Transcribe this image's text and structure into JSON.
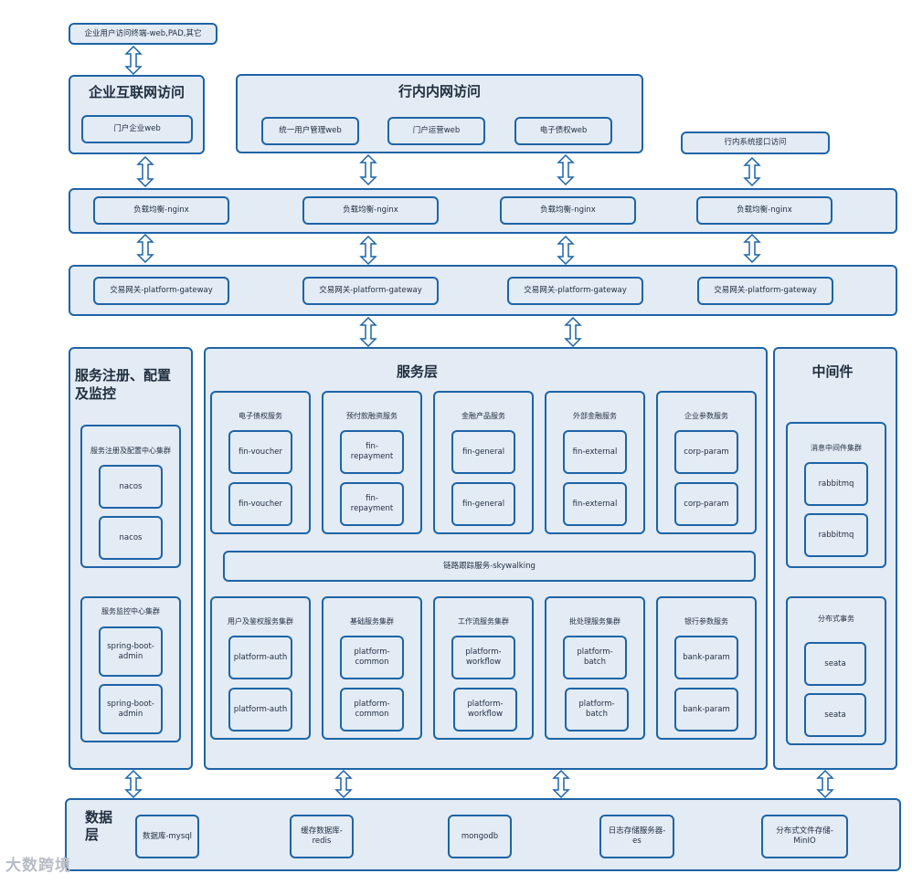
{
  "access": {
    "enterprise_terminal": "企业用户访问终端-web,PAD,其它",
    "internet_title": "企业互联网访问",
    "portal_web": "门户企业web",
    "intranet_title": "行内内网访问",
    "unified_user_web": "统一用户管理web",
    "portal_ops_web": "门户运营web",
    "e_voucher_web": "电子债权web",
    "system_interface": "行内系统接口访问"
  },
  "nginx": [
    "负载均衡-nginx",
    "负载均衡-nginx",
    "负载均衡-nginx",
    "负载均衡-nginx"
  ],
  "gateway": [
    "交易网关-platform-gateway",
    "交易网关-platform-gateway",
    "交易网关-platform-gateway",
    "交易网关-platform-gateway"
  ],
  "registry": {
    "title": "服务注册、配置及监控",
    "config_cluster": "服务注册及配置中心集群",
    "nacos1": "nacos",
    "nacos2": "nacos",
    "monitor_cluster": "服务监控中心集群",
    "admin1": "spring-boot-admin",
    "admin2": "spring-boot-admin"
  },
  "service": {
    "title": "服务层",
    "groups_top": [
      {
        "title": "电子债权服务",
        "a": "fin-voucher",
        "b": "fin-voucher"
      },
      {
        "title": "预付款融资服务",
        "a": "fin-repayment",
        "b": "fin-repayment"
      },
      {
        "title": "金融产品服务",
        "a": "fin-general",
        "b": "fin-general"
      },
      {
        "title": "外部金融服务",
        "a": "fin-external",
        "b": "fin-external"
      },
      {
        "title": "企业参数服务",
        "a": "corp-param",
        "b": "corp-param"
      }
    ],
    "tracing": "链路跟踪服务-skywalking",
    "groups_bottom": [
      {
        "title": "用户及鉴权服务集群",
        "a": "platform-auth",
        "b": "platform-auth"
      },
      {
        "title": "基础服务集群",
        "a": "platform-common",
        "b": "platform-common"
      },
      {
        "title": "工作流服务集群",
        "a": "platform-workflow",
        "b": "platform-workflow"
      },
      {
        "title": "批处理服务集群",
        "a": "platform-batch",
        "b": "platform-batch"
      },
      {
        "title": "银行参数服务",
        "a": "bank-param",
        "b": "bank-param"
      }
    ]
  },
  "middleware": {
    "title": "中间件",
    "mq_cluster": "消息中间件集群",
    "mq1": "rabbitmq",
    "mq2": "rabbitmq",
    "tx_title": "分布式事务",
    "tx1": "seata",
    "tx2": "seata"
  },
  "data": {
    "title": "数据层",
    "mysql": "数据库-mysql",
    "redis": "缓存数据库-redis",
    "mongodb": "mongodb",
    "es": "日志存储服务器-es",
    "minio": "分布式文件存储-MinIO"
  },
  "watermark": "大数跨境",
  "colors": {
    "border": "#1d64a6",
    "fill": "#e3ebf5"
  }
}
